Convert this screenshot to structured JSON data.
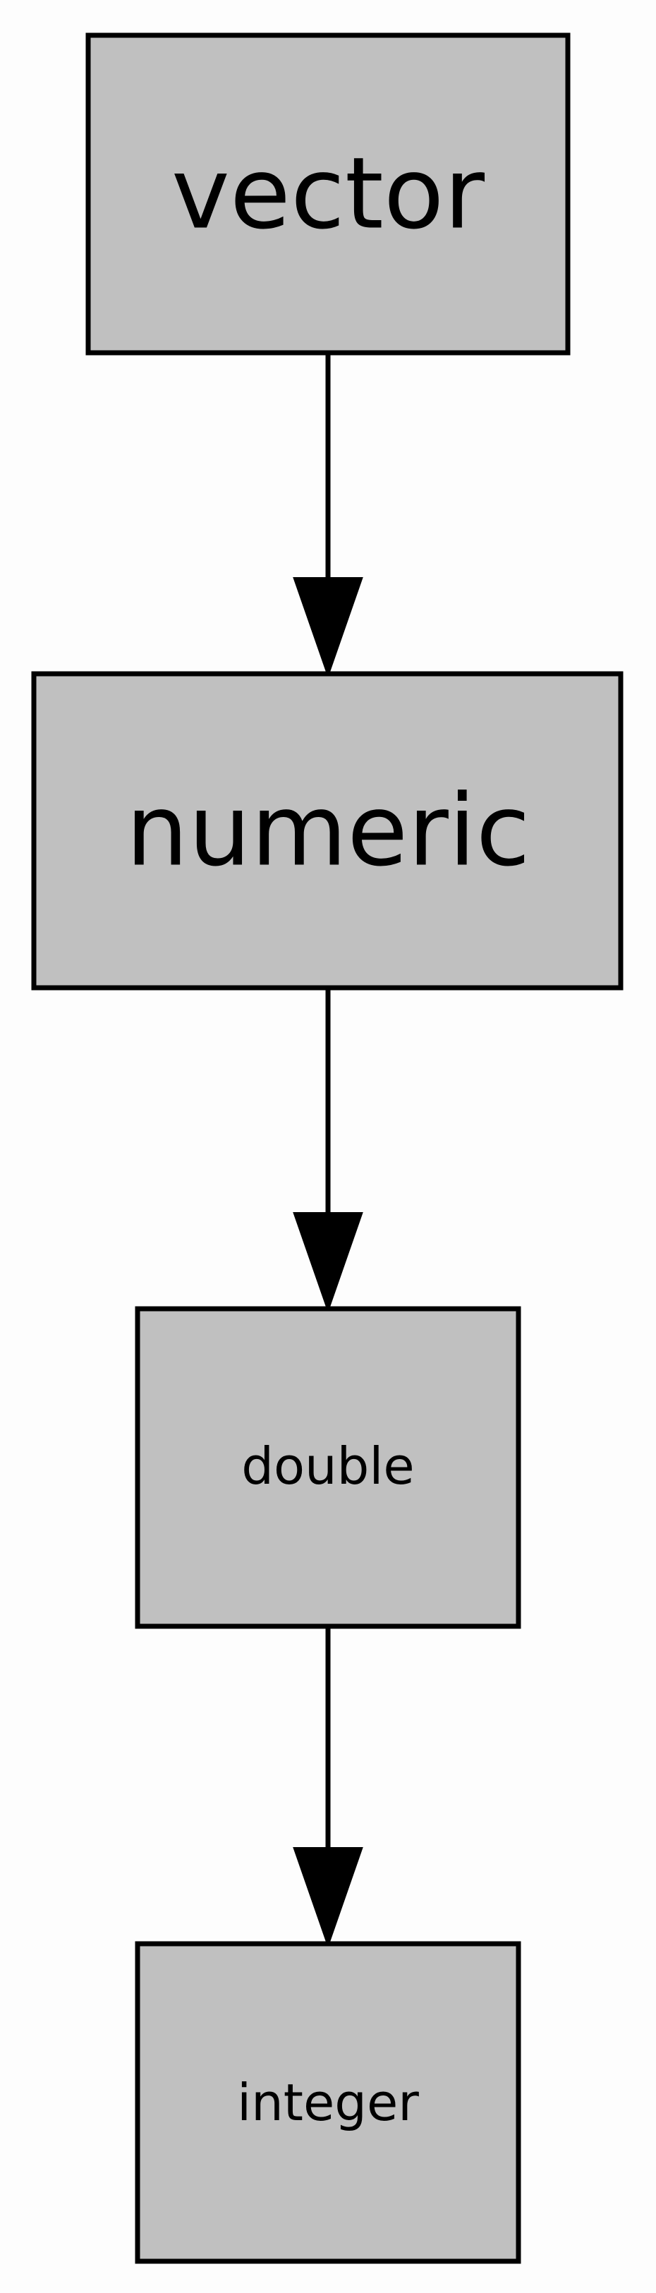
{
  "diagram": {
    "type": "class-hierarchy",
    "nodes": [
      {
        "id": "vector",
        "label": "vector"
      },
      {
        "id": "numeric",
        "label": "numeric"
      },
      {
        "id": "double",
        "label": "double"
      },
      {
        "id": "integer",
        "label": "integer"
      }
    ],
    "edges": [
      {
        "from": "vector",
        "to": "numeric"
      },
      {
        "from": "numeric",
        "to": "double"
      },
      {
        "from": "double",
        "to": "integer"
      }
    ],
    "colors": {
      "node_fill": "#c0c0c0",
      "node_stroke": "#000000",
      "edge": "#000000",
      "background": "#fdfdfd"
    }
  }
}
